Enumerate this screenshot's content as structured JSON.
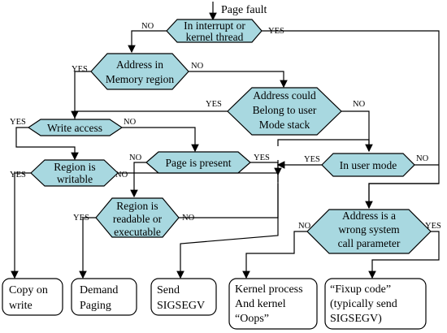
{
  "title": "Page fault",
  "nodes": {
    "interrupt": [
      "In interrupt or",
      "kernel thread"
    ],
    "address_in_region": [
      "Address in",
      "Memory region"
    ],
    "user_stack": [
      "Address could",
      "Belong to user",
      "Mode stack"
    ],
    "write_access": [
      "Write access"
    ],
    "page_present": [
      "Page is present"
    ],
    "user_mode": [
      "In user mode"
    ],
    "writable": [
      "Region is",
      "writable"
    ],
    "readable": [
      "Region is",
      "readable or",
      "executable"
    ],
    "wrong_syscall": [
      "Address is a",
      "wrong system",
      "call parameter"
    ]
  },
  "outcomes": {
    "copy_on_write": [
      "Copy on",
      "write"
    ],
    "demand_paging": [
      "Demand",
      "Paging"
    ],
    "sigsegv": [
      "Send",
      "SIGSEGV"
    ],
    "oops": [
      "Kernel process",
      "And kernel",
      "“Oops”"
    ],
    "fixup": [
      "“Fixup code”",
      "(typically send",
      "SIGSEGV)"
    ]
  },
  "labels": {
    "yes": "YES",
    "no": "NO"
  }
}
